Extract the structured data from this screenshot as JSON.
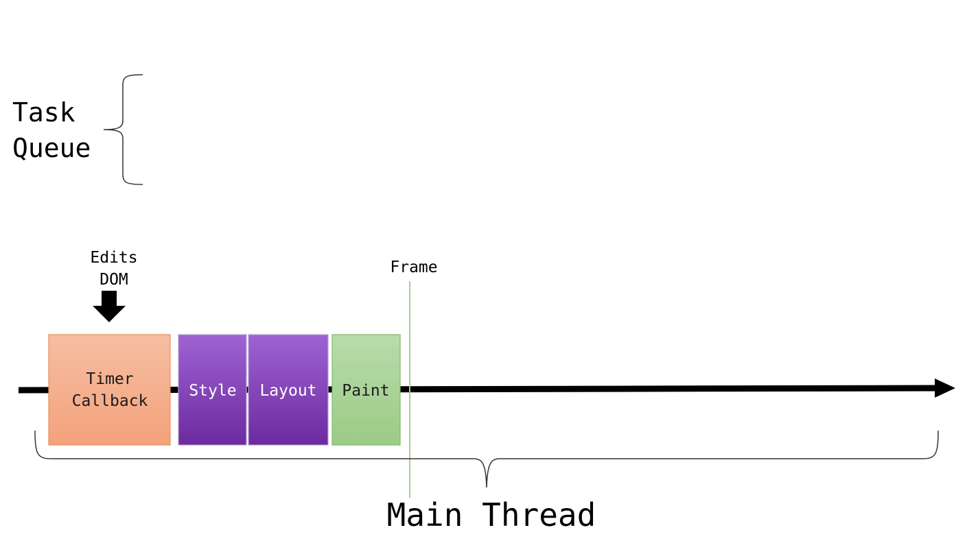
{
  "task_queue": {
    "line1": "Task",
    "line2": "Queue"
  },
  "annotation": {
    "line1": "Edits",
    "line2": "DOM"
  },
  "frame": {
    "label": "Frame",
    "color": "#a6d08c"
  },
  "tasks": [
    {
      "id": "timer",
      "line1": "Timer",
      "line2": "Callback",
      "color_top": "#f6bea2",
      "color_bottom": "#f4a27c",
      "border": "#e8905f",
      "text_color": "#1a1a1a"
    },
    {
      "id": "style",
      "line1": "Style",
      "color_top": "#9f63d3",
      "color_bottom": "#6c2a9e",
      "border": "#b8a3d4",
      "text_color": "#ffffff"
    },
    {
      "id": "layout",
      "line1": "Layout",
      "color_top": "#9f63d3",
      "color_bottom": "#6c2a9e",
      "border": "#b8a3d4",
      "text_color": "#ffffff"
    },
    {
      "id": "paint",
      "line1": "Paint",
      "color_top": "#b8dbab",
      "color_bottom": "#9ccb85",
      "border": "#84b86c",
      "text_color": "#1a1a1a"
    }
  ],
  "main_thread": {
    "label": "Main Thread"
  }
}
